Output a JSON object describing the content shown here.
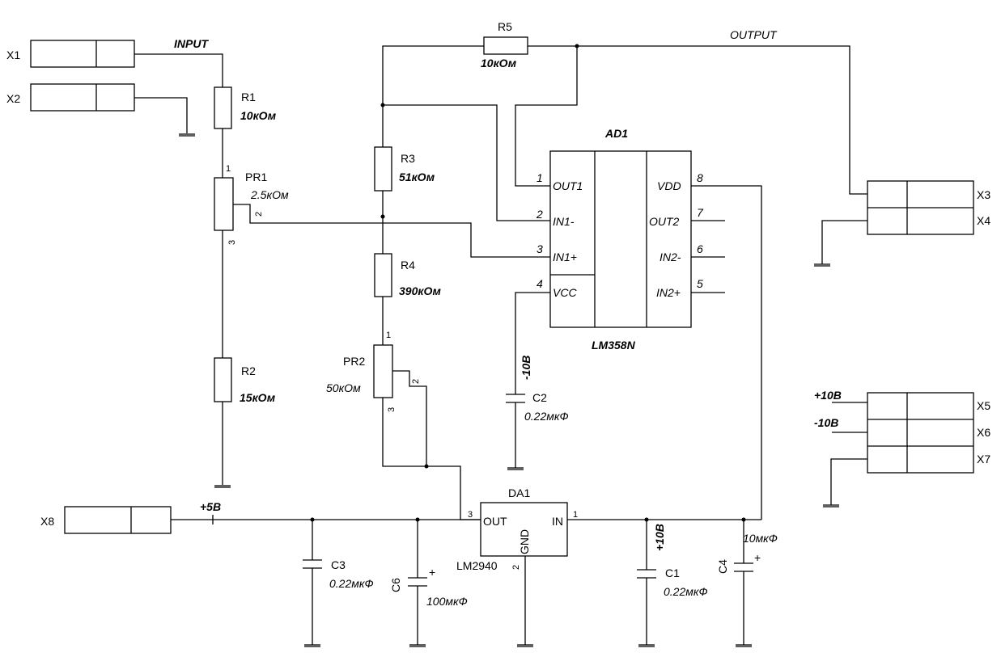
{
  "connectors": {
    "x1": "X1",
    "x2": "X2",
    "x3": "X3",
    "x4": "X4",
    "x5": "X5",
    "x6": "X6",
    "x7": "X7",
    "x8": "X8"
  },
  "nets": {
    "input": "INPUT",
    "output": "OUTPUT",
    "plus5v": "+5В",
    "plus10v_top": "+10В",
    "minus10v_top": "-10В",
    "minus10v_vert": "-10В",
    "plus10v_vert": "+10В"
  },
  "resistors": {
    "r1_ref": "R1",
    "r1_val": "10кОм",
    "r2_ref": "R2",
    "r2_val": "15кОм",
    "r3_ref": "R3",
    "r3_val": "51кОм",
    "r4_ref": "R4",
    "r4_val": "390кОм",
    "r5_ref": "R5",
    "r5_val": "10кОм"
  },
  "pots": {
    "pr1_ref": "PR1",
    "pr1_val": "2.5кОм",
    "pr1_p1": "1",
    "pr1_p2": "2",
    "pr1_p3": "3",
    "pr2_ref": "PR2",
    "pr2_val": "50кОм",
    "pr2_p1": "1",
    "pr2_p2": "2",
    "pr2_p3": "3"
  },
  "capacitors": {
    "c1_ref": "C1",
    "c1_val": "0.22мкФ",
    "c2_ref": "C2",
    "c2_val": "0.22мкФ",
    "c3_ref": "C3",
    "c3_val": "0.22мкФ",
    "c4_ref": "C4",
    "c4_val": "10мкФ",
    "c4_plus": "+",
    "c6_ref": "C6",
    "c6_val": "100мкФ",
    "c6_plus": "+"
  },
  "ad1": {
    "ref": "AD1",
    "part": "LM358N",
    "pins_left": [
      {
        "num": "1",
        "name": "OUT1"
      },
      {
        "num": "2",
        "name": "IN1-"
      },
      {
        "num": "3",
        "name": "IN1+"
      },
      {
        "num": "4",
        "name": "VCC"
      }
    ],
    "pins_right": [
      {
        "num": "8",
        "name": "VDD"
      },
      {
        "num": "7",
        "name": "OUT2"
      },
      {
        "num": "6",
        "name": "IN2-"
      },
      {
        "num": "5",
        "name": "IN2+"
      }
    ]
  },
  "da1": {
    "ref": "DA1",
    "part": "LM2940",
    "out_label": "OUT",
    "in_label": "IN",
    "gnd_label": "GND",
    "pin_out": "3",
    "pin_in": "1",
    "pin_gnd": "2"
  }
}
